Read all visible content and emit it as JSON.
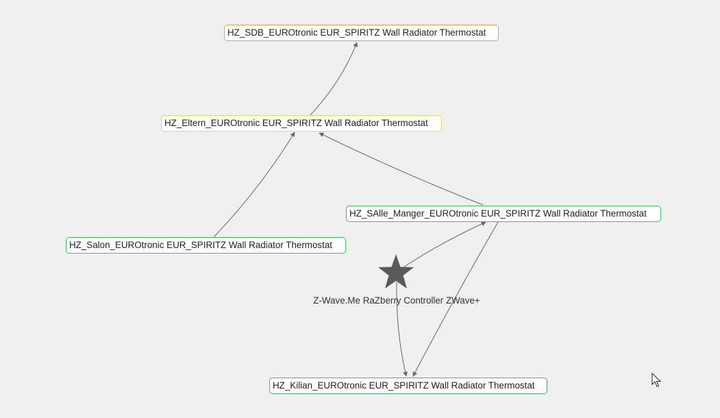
{
  "nodes": {
    "sdb": {
      "label": "HZ_SDB_EUROtronic EUR_SPIRITZ Wall Radiator Thermostat",
      "border_color": "#e2a247"
    },
    "eltern": {
      "label": "HZ_Eltern_EUROtronic EUR_SPIRITZ Wall Radiator Thermostat",
      "border_color": "#e4d95a"
    },
    "salle_manger": {
      "label": "HZ_SAlle_Manger_EUROtronic EUR_SPIRITZ Wall Radiator Thermostat",
      "border_color": "#43c05a"
    },
    "salon": {
      "label": "HZ_Salon_EUROtronic EUR_SPIRITZ Wall Radiator Thermostat",
      "border_color": "#43c05a"
    },
    "kilian": {
      "label": "HZ_Kilian_EUROtronic EUR_SPIRITZ Wall Radiator Thermostat",
      "border_color": "#43c05a"
    }
  },
  "controller": {
    "label": "Z-Wave.Me RaZberry Controller ZWave+",
    "icon": "star-icon",
    "color": "#5a5a5a"
  },
  "edges": [
    {
      "from": "eltern",
      "to": "sdb"
    },
    {
      "from": "salon",
      "to": "eltern"
    },
    {
      "from": "salle_manger",
      "to": "eltern"
    },
    {
      "from": "controller",
      "to": "salle_manger"
    },
    {
      "from": "controller",
      "to": "kilian"
    },
    {
      "from": "salle_manger",
      "to": "kilian"
    }
  ],
  "edge_color": "#666666"
}
